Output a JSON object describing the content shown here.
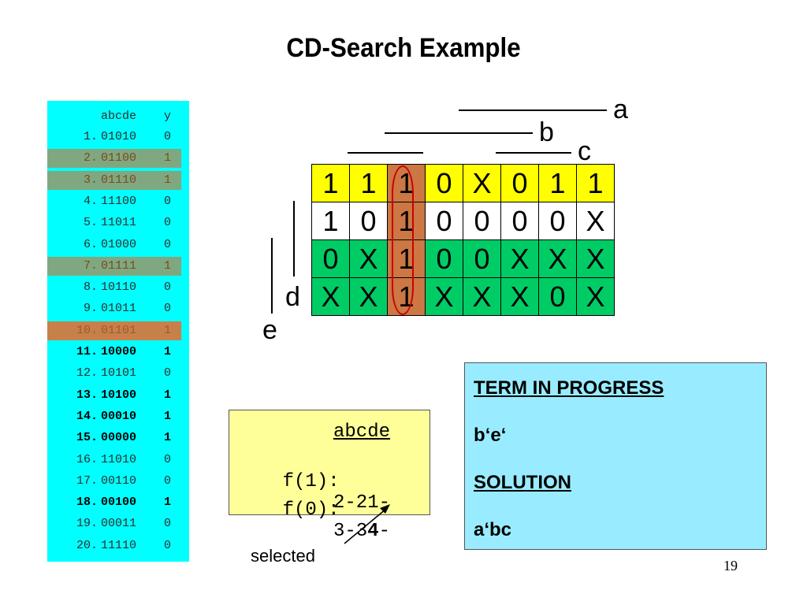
{
  "title": "CD-Search Example",
  "truth_table": {
    "header_vars": "abcde",
    "header_y": "y",
    "rows": [
      {
        "num": "1.",
        "bits": "01010",
        "y": "0",
        "style": "normal"
      },
      {
        "num": "2.",
        "bits": "01100",
        "y": "1",
        "style": "hl-green"
      },
      {
        "num": "3.",
        "bits": "01110",
        "y": "1",
        "style": "hl-green"
      },
      {
        "num": "4.",
        "bits": "11100",
        "y": "0",
        "style": "normal"
      },
      {
        "num": "5.",
        "bits": "11011",
        "y": "0",
        "style": "normal"
      },
      {
        "num": "6.",
        "bits": "01000",
        "y": "0",
        "style": "normal"
      },
      {
        "num": "7.",
        "bits": "01111",
        "y": "1",
        "style": "hl-green"
      },
      {
        "num": "8.",
        "bits": "10110",
        "y": "0",
        "style": "normal"
      },
      {
        "num": "9.",
        "bits": "01011",
        "y": "0",
        "style": "normal"
      },
      {
        "num": "10.",
        "bits": "01101",
        "y": "1",
        "style": "hl-orange"
      },
      {
        "num": "11.",
        "bits": "10000",
        "y": "1",
        "style": "bold"
      },
      {
        "num": "12.",
        "bits": "10101",
        "y": "0",
        "style": "normal"
      },
      {
        "num": "13.",
        "bits": "10100",
        "y": "1",
        "style": "bold"
      },
      {
        "num": "14.",
        "bits": "00010",
        "y": "1",
        "style": "bold"
      },
      {
        "num": "15.",
        "bits": "00000",
        "y": "1",
        "style": "bold"
      },
      {
        "num": "16.",
        "bits": "11010",
        "y": "0",
        "style": "normal"
      },
      {
        "num": "17.",
        "bits": "00110",
        "y": "0",
        "style": "normal"
      },
      {
        "num": "18.",
        "bits": "00100",
        "y": "1",
        "style": "bold"
      },
      {
        "num": "19.",
        "bits": "00011",
        "y": "0",
        "style": "normal"
      },
      {
        "num": "20.",
        "bits": "11110",
        "y": "0",
        "style": "normal"
      }
    ]
  },
  "kmap": {
    "var_labels": {
      "a": "a",
      "b": "b",
      "c": "c",
      "d": "d",
      "e": "e"
    },
    "rows": [
      [
        "1",
        "1",
        "1",
        "0",
        "X",
        "0",
        "1",
        "1"
      ],
      [
        "1",
        "0",
        "1",
        "0",
        "0",
        "0",
        "0",
        "X"
      ],
      [
        "0",
        "X",
        "1",
        "0",
        "0",
        "X",
        "X",
        "X"
      ],
      [
        "X",
        "X",
        "1",
        "X",
        "X",
        "X",
        "0",
        "X"
      ]
    ],
    "row_colors": [
      "yellow",
      "white",
      "green",
      "green"
    ],
    "highlight_column": 2,
    "colors": {
      "yellow": "#ffff00",
      "white": "#ffffff",
      "green": "#00cc66",
      "orange": "#cc7744",
      "ring": "#cc0000"
    }
  },
  "fbox": {
    "header": "abcde",
    "f1_label": "f(1):",
    "f1_value": "2-21-",
    "f0_label": "f(0):",
    "f0_value_pre": "3-3",
    "f0_value_sel": "4",
    "f0_value_post": "-"
  },
  "selected_label": "selected",
  "term_box": {
    "heading1": "TERM IN PROGRESS",
    "value1": "b‘e‘",
    "heading2": "SOLUTION",
    "value2": "a‘bc"
  },
  "page_number": "19"
}
